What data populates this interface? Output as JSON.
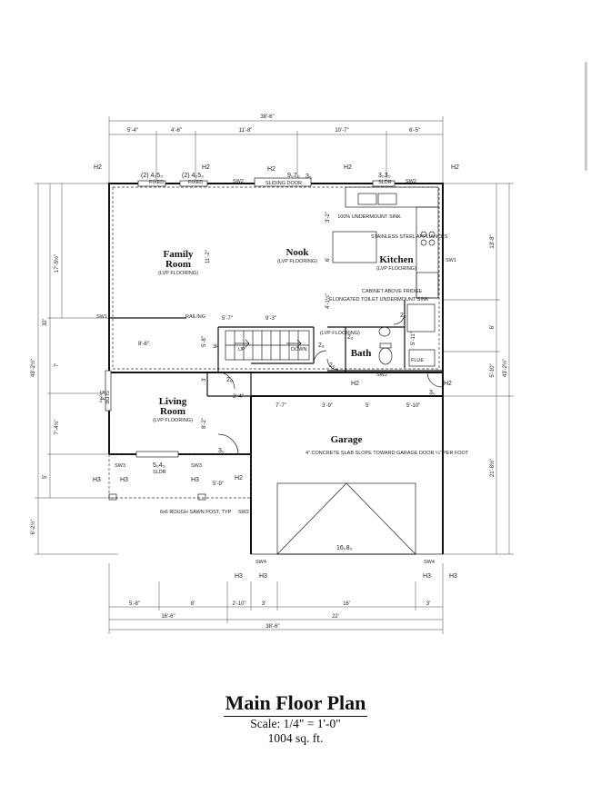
{
  "plan": {
    "overall_width": "38'-6\"",
    "top_dims": [
      "5'-4\"",
      "4'-6\"",
      "11'-8\"",
      "10'-7\"",
      "6'-5\""
    ],
    "left_dims": [
      "17'-5½\"",
      "32'",
      "43'-2½\"",
      "7'",
      "7'-4½\"",
      "5'",
      "6'-2½\""
    ],
    "right_dims": [
      "13'-8\"",
      "6'",
      "5'-10\"",
      "43'-2½\"",
      "21'-8½\""
    ],
    "bottom_dims_1": [
      "5'-8\"",
      "8'",
      "2'-10\"",
      "3'",
      "16'",
      "3'"
    ],
    "bottom_dims_2": [
      "16'-6\"",
      "22'"
    ],
    "interior_dims": [
      "8'-6\"",
      "9'-3\"",
      "5'-7\"",
      "7'-7\"",
      "3'-9\"",
      "5'",
      "5'-10\"",
      "2'-4\"",
      "5'-9\"",
      "11'-2\"",
      "3'-2\"",
      "6'",
      "4'-1½\"",
      "5'-11\"",
      "3'",
      "5'-8\"",
      "8'-2\""
    ],
    "windows": [
      "(2) 4₀5₀",
      "(2) 4₀5₀",
      "9₀7₀",
      "3₀3₀",
      "5₀4₀",
      "5₀4₀",
      "16₀8₀"
    ],
    "window_notes": [
      "FIXED",
      "FIXED",
      "SLIDING DOOR",
      "SLDR",
      "SLDR",
      "SLDR"
    ],
    "doors": [
      "2₆",
      "2₆",
      "3₀",
      "3₀",
      "2₈",
      "2₆",
      "3₀",
      "2₆"
    ],
    "marks": [
      "H2",
      "H2",
      "H2",
      "H2",
      "H2",
      "H2",
      "H2",
      "H2",
      "H3",
      "H3",
      "H3",
      "H3",
      "H3",
      "H3",
      "SW1",
      "SW1",
      "SW2",
      "SW2",
      "SW2",
      "SW2",
      "SW3",
      "SW3",
      "SW4",
      "SW4",
      "FLUE",
      "RAILING",
      "UP",
      "DOWN",
      "3R"
    ],
    "notes": {
      "sink": "100% UNDERMOUNT SINK",
      "appliances": "STAINLESS STEEL APPLIANCES",
      "cabinet": "CABINET ABOVE FRIDGE",
      "toilet": "ELONGATED TOILET UNDERMOUNT SINK",
      "lvp": "(LVP FLOORING)",
      "post": "6x6 ROUGH SAWN POST, TYP",
      "garage_slab": "4\" CONCRETE SLAB SLOPE TOWARD GARAGE DOOR ¼\" PER FOOT"
    },
    "rooms": {
      "family1": "Family",
      "family2": "Room",
      "nook": "Nook",
      "kitchen": "Kitchen",
      "living1": "Living",
      "living2": "Room",
      "bath": "Bath",
      "garage": "Garage",
      "flooring": "(LVP FLOORING)"
    }
  },
  "title": {
    "main": "Main Floor Plan",
    "scale": "Scale: 1/4\" = 1'-0\"",
    "area": "1004 sq. ft."
  }
}
